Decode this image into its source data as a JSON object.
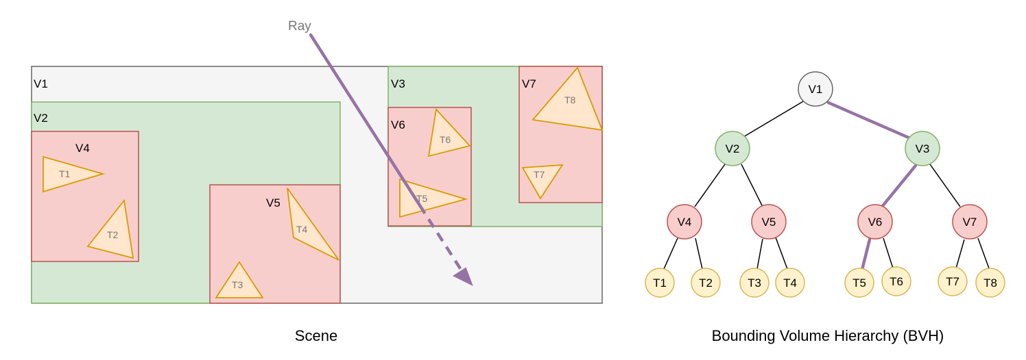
{
  "colors": {
    "grey_fill": "#f5f5f5",
    "grey_stroke": "#666666",
    "green_fill": "#d5e8d4",
    "green_stroke": "#82b366",
    "red_fill": "#f8cecc",
    "red_stroke": "#b85450",
    "yellow_fill": "#ffe6cc",
    "yellow_stroke": "#d79b00",
    "leaf_fill": "#fff2cc",
    "leaf_stroke": "#d6b656",
    "ray": "#9673a6"
  },
  "scene": {
    "caption": "Scene",
    "ray_label": "Ray",
    "volumes": {
      "v1": "V1",
      "v2": "V2",
      "v3": "V3",
      "v4": "V4",
      "v5": "V5",
      "v6": "V6",
      "v7": "V7"
    },
    "triangles": {
      "t1": "T1",
      "t2": "T2",
      "t3": "T3",
      "t4": "T4",
      "t5": "T5",
      "t6": "T6",
      "t7": "T7",
      "t8": "T8"
    }
  },
  "tree": {
    "caption": "Bounding Volume Hierarchy (BVH)",
    "nodes": {
      "v1": "V1",
      "v2": "V2",
      "v3": "V3",
      "v4": "V4",
      "v5": "V5",
      "v6": "V6",
      "v7": "V7"
    },
    "leaves": {
      "t1": "T1",
      "t2": "T2",
      "t3": "T3",
      "t4": "T4",
      "t5": "T5",
      "t6": "T6",
      "t7": "T7",
      "t8": "T8"
    }
  }
}
